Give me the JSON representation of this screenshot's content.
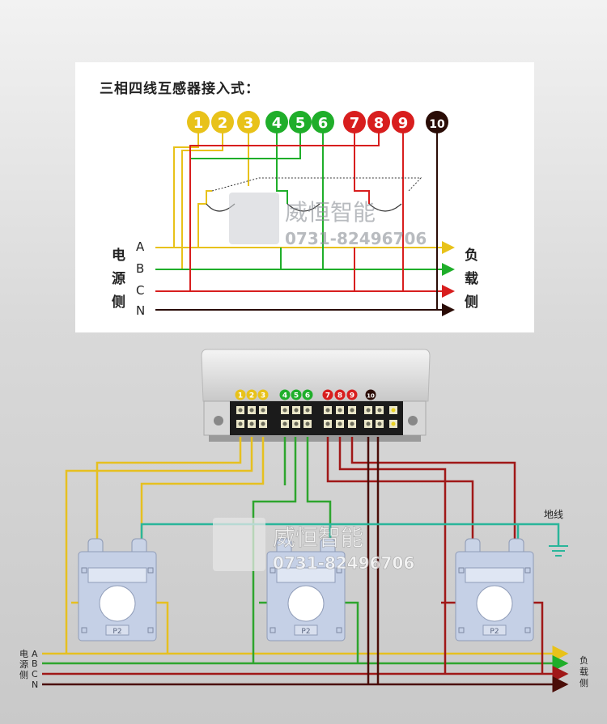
{
  "top_panel": {
    "title": "三相四线互感器接入式：",
    "terminals": [
      {
        "label": "1",
        "color": "#e8c21a"
      },
      {
        "label": "2",
        "color": "#e8c21a"
      },
      {
        "label": "3",
        "color": "#e8c21a"
      },
      {
        "label": "4",
        "color": "#1fae2a"
      },
      {
        "label": "5",
        "color": "#1fae2a"
      },
      {
        "label": "6",
        "color": "#1fae2a"
      },
      {
        "label": "7",
        "color": "#d81e1e"
      },
      {
        "label": "8",
        "color": "#d81e1e"
      },
      {
        "label": "9",
        "color": "#d81e1e"
      },
      {
        "label": "10",
        "color": "#2a0c06"
      }
    ],
    "source_side_label": [
      "电",
      "源",
      "侧"
    ],
    "load_side_label": [
      "负",
      "载",
      "侧"
    ],
    "phases": [
      "A",
      "B",
      "C",
      "N"
    ]
  },
  "watermark": {
    "brand": "威恒智能",
    "phone": "0731-82496706"
  },
  "bottom_panel": {
    "meter_terminals": [
      "1",
      "2",
      "3",
      "4",
      "5",
      "6",
      "7",
      "8",
      "9",
      "10"
    ],
    "ground_label": "地线",
    "source_side_label": [
      "电",
      "源",
      "侧"
    ],
    "load_side_label": [
      "负",
      "载",
      "侧"
    ],
    "phases": [
      "A",
      "B",
      "C",
      "N"
    ],
    "ct_label": "P2"
  },
  "colors": {
    "phase_a": "#e8c21a",
    "phase_b": "#1fae2a",
    "phase_c": "#d81e1e",
    "neutral": "#2a0c06",
    "wire_a": "#e6c020",
    "wire_b": "#2ea52e",
    "wire_c": "#a01818",
    "wire_n": "#4a0d08",
    "ground": "#2ab59a"
  }
}
